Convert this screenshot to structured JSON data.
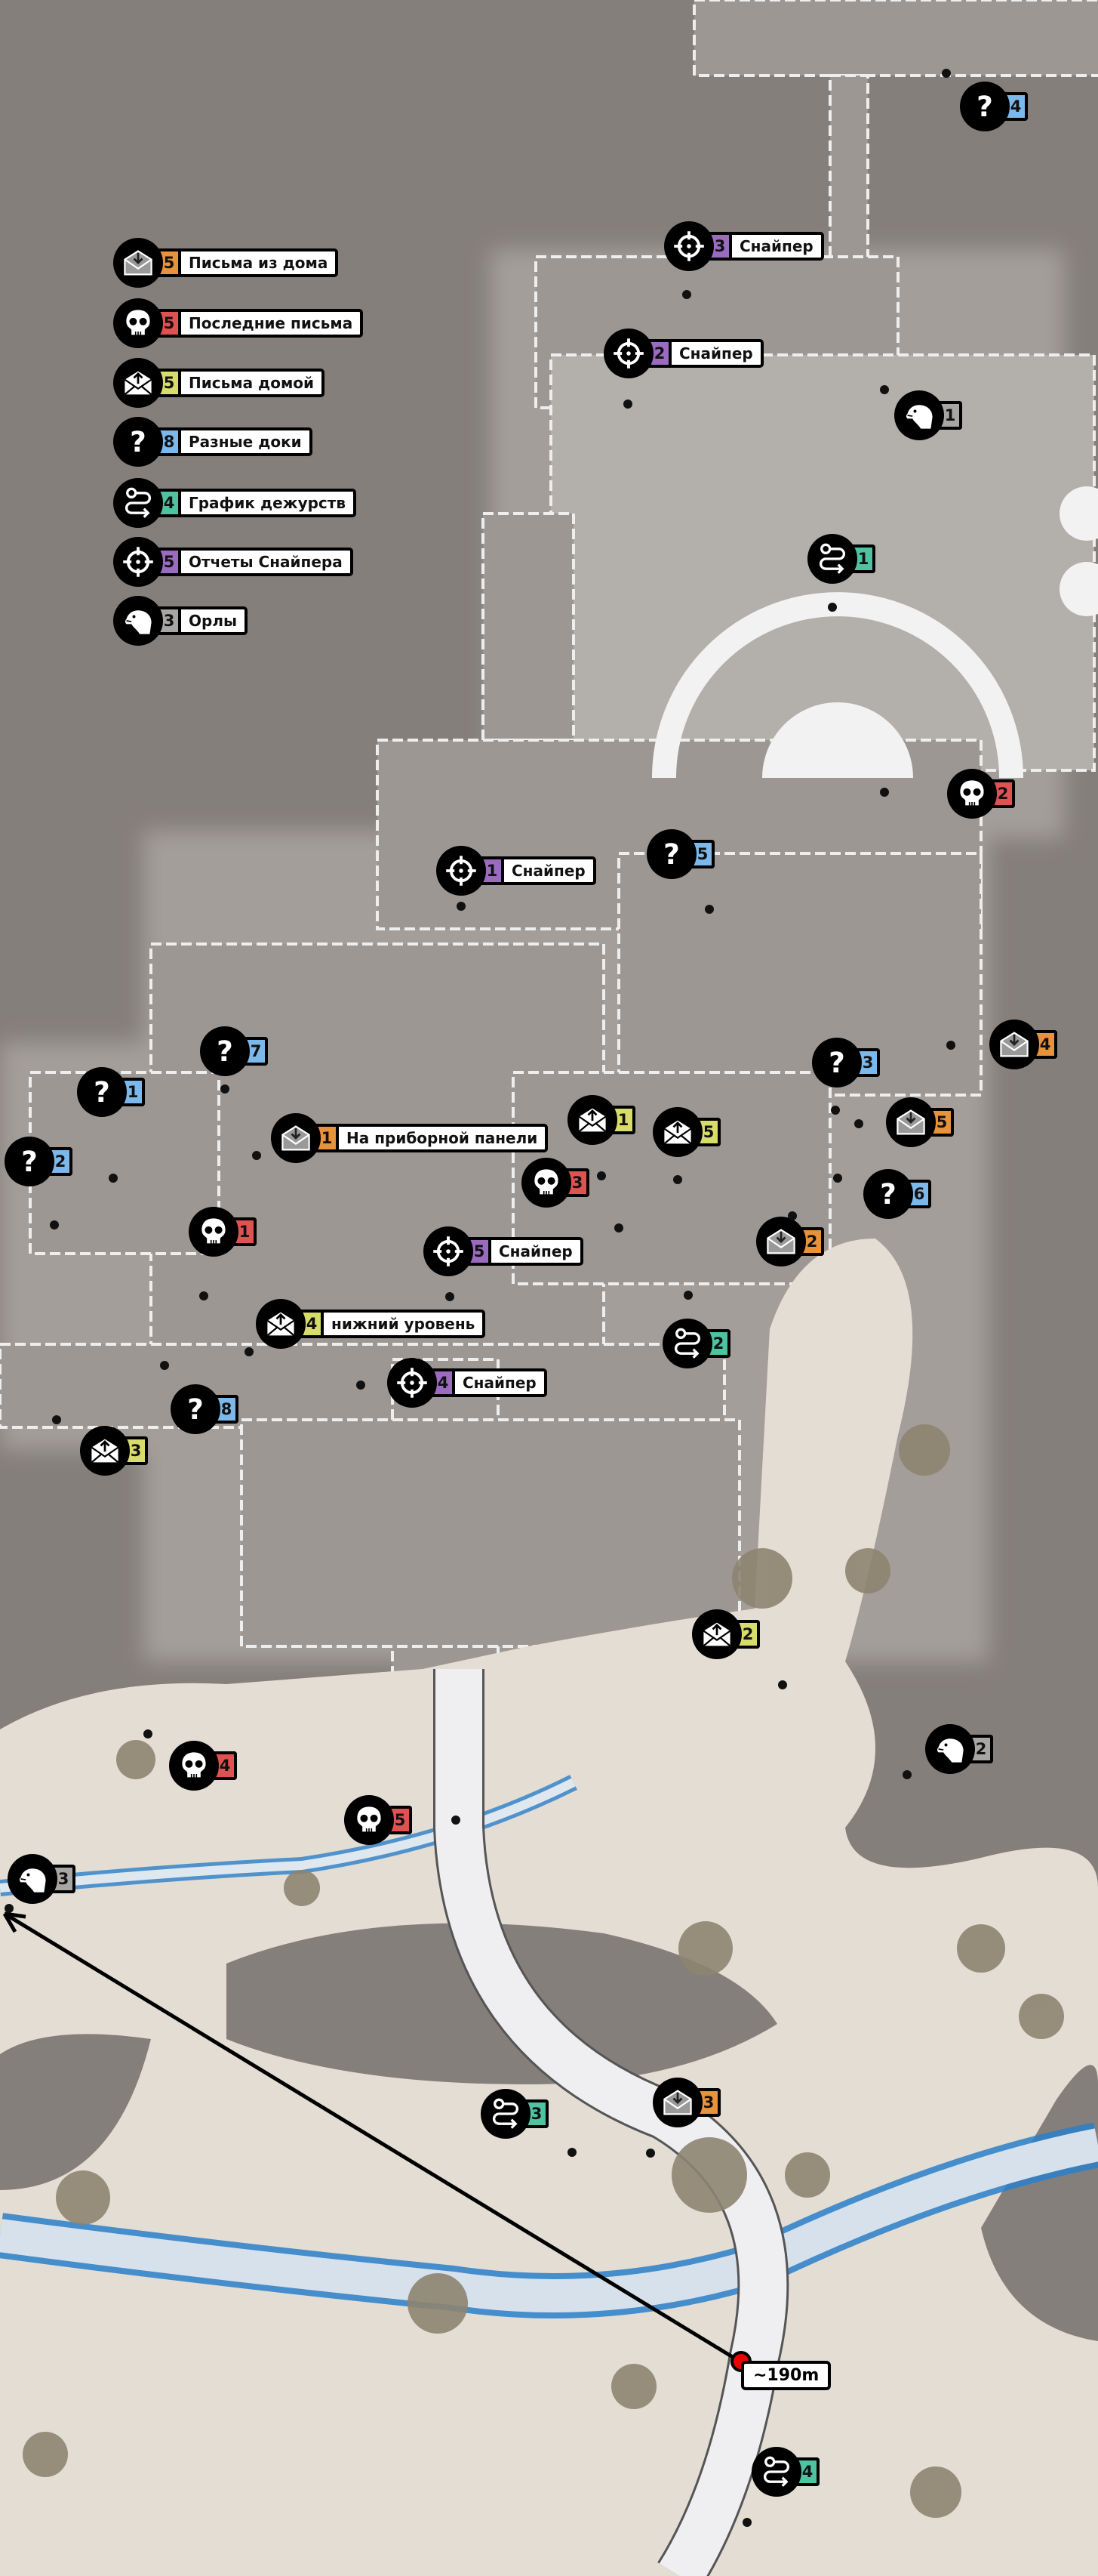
{
  "colors": {
    "letters_from_home": "#e8923a",
    "last_letters": "#e05252",
    "letters_home": "#d8dc6a",
    "misc_docs": "#7cb8ea",
    "duty_schedule": "#4fc2a0",
    "sniper_reports": "#9b6bc0",
    "eagles": "#a8a6a4"
  },
  "legend": [
    {
      "type": "letter-in",
      "icon": "envelope-download-icon",
      "count": "5",
      "label": "Письма из дома"
    },
    {
      "type": "skull",
      "icon": "skull-icon",
      "count": "5",
      "label": "Последние письма"
    },
    {
      "type": "letter-out",
      "icon": "envelope-upload-icon",
      "count": "5",
      "label": "Письма домой"
    },
    {
      "type": "question",
      "icon": "question-icon",
      "count": "8",
      "label": "Разные доки"
    },
    {
      "type": "route",
      "icon": "route-icon",
      "count": "4",
      "label": "График дежурств"
    },
    {
      "type": "sniper",
      "icon": "crosshair-icon",
      "count": "5",
      "label": "Отчеты Снайпера"
    },
    {
      "type": "eagle",
      "icon": "eagle-icon",
      "count": "3",
      "label": "Орлы"
    }
  ],
  "markers": [
    {
      "type": "question",
      "num": "4"
    },
    {
      "type": "sniper",
      "num": "3",
      "label": "Снайпер"
    },
    {
      "type": "sniper",
      "num": "2",
      "label": "Снайпер"
    },
    {
      "type": "eagle",
      "num": "1"
    },
    {
      "type": "route",
      "num": "1"
    },
    {
      "type": "skull",
      "num": "2"
    },
    {
      "type": "sniper",
      "num": "1",
      "label": "Снайпер"
    },
    {
      "type": "question",
      "num": "5"
    },
    {
      "type": "question",
      "num": "7"
    },
    {
      "type": "question",
      "num": "1"
    },
    {
      "type": "question",
      "num": "2"
    },
    {
      "type": "question",
      "num": "3"
    },
    {
      "type": "letter-in",
      "num": "4"
    },
    {
      "type": "letter-in",
      "num": "5"
    },
    {
      "type": "letter-in",
      "num": "1",
      "label": "На приборной панели"
    },
    {
      "type": "letter-out",
      "num": "1"
    },
    {
      "type": "letter-out",
      "num": "5"
    },
    {
      "type": "skull",
      "num": "3"
    },
    {
      "type": "question",
      "num": "6"
    },
    {
      "type": "letter-in",
      "num": "2"
    },
    {
      "type": "skull",
      "num": "1"
    },
    {
      "type": "sniper",
      "num": "5",
      "label": "Снайпер"
    },
    {
      "type": "letter-out",
      "num": "4",
      "label": "нижний уровень"
    },
    {
      "type": "route",
      "num": "2"
    },
    {
      "type": "sniper",
      "num": "4",
      "label": "Снайпер"
    },
    {
      "type": "question",
      "num": "8"
    },
    {
      "type": "letter-out",
      "num": "3"
    },
    {
      "type": "letter-out",
      "num": "2"
    },
    {
      "type": "eagle",
      "num": "2"
    },
    {
      "type": "skull",
      "num": "4"
    },
    {
      "type": "skull",
      "num": "5"
    },
    {
      "type": "eagle",
      "num": "3"
    },
    {
      "type": "route",
      "num": "3"
    },
    {
      "type": "letter-in",
      "num": "3"
    },
    {
      "type": "route",
      "num": "4"
    }
  ],
  "distance": {
    "label": "~190m"
  }
}
